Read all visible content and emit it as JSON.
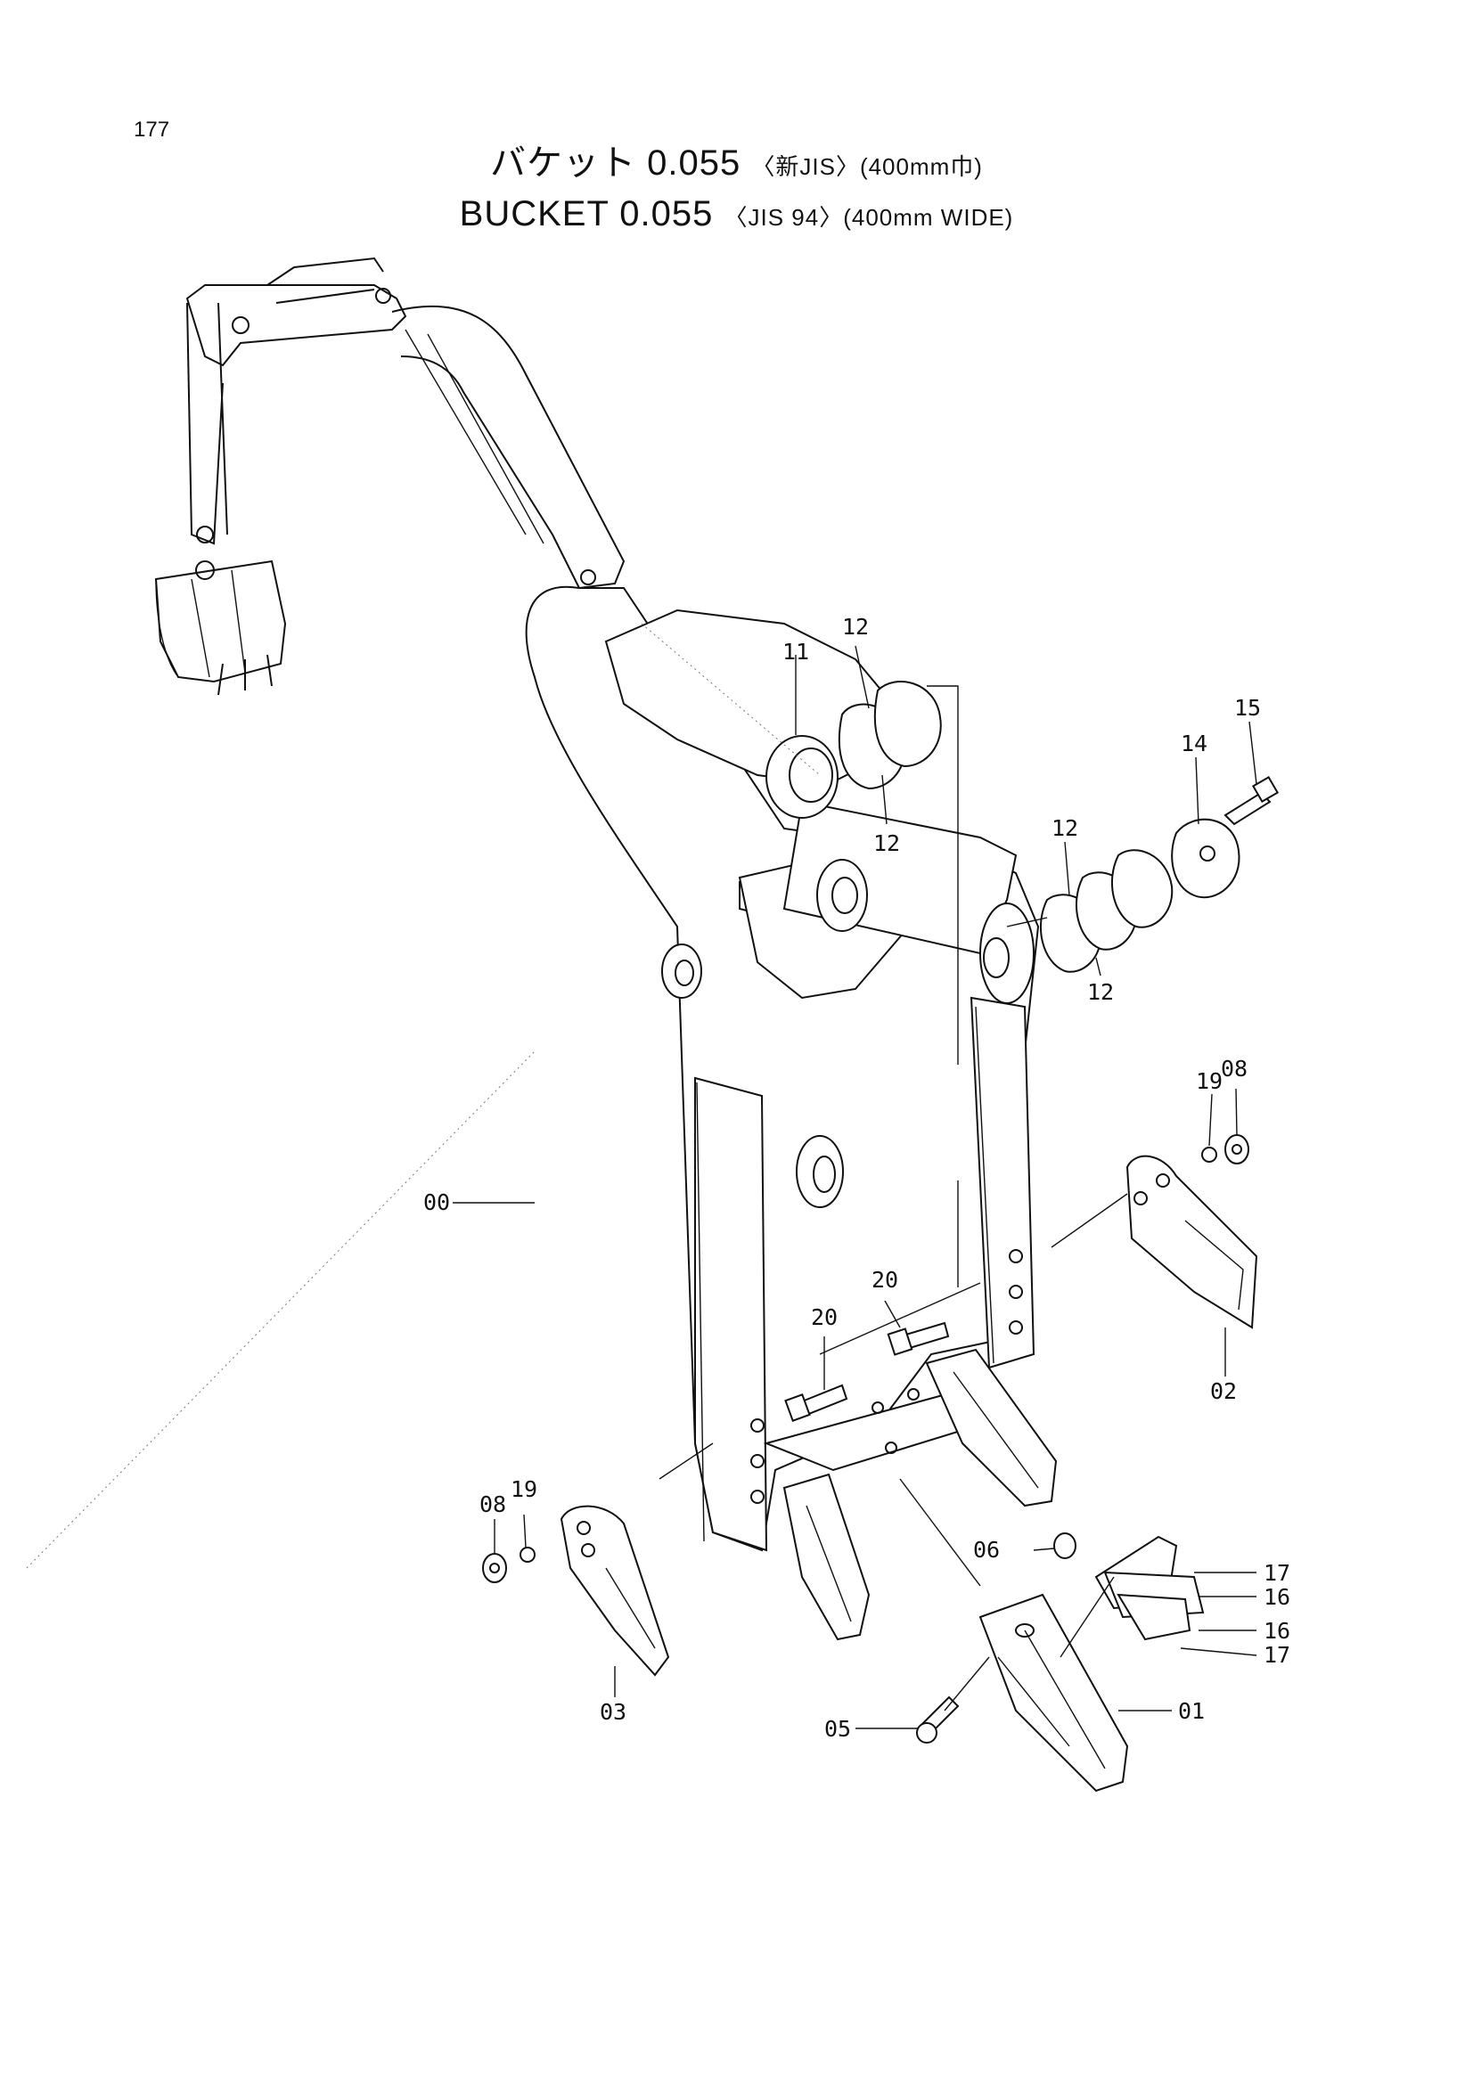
{
  "page_number": "177",
  "title": {
    "jp_main": "バケット 0.055",
    "jp_spec": "〈新JIS〉(400mm巾)",
    "en_main": "BUCKET 0.055",
    "en_spec": "〈JIS 94〉(400mm WIDE)"
  },
  "callouts": [
    {
      "id": "c11",
      "label": "11"
    },
    {
      "id": "c12a",
      "label": "12"
    },
    {
      "id": "c12b",
      "label": "12"
    },
    {
      "id": "c12c",
      "label": "12"
    },
    {
      "id": "c12d",
      "label": "12"
    },
    {
      "id": "c14",
      "label": "14"
    },
    {
      "id": "c15",
      "label": "15"
    },
    {
      "id": "c19a",
      "label": "19"
    },
    {
      "id": "c08a",
      "label": "08"
    },
    {
      "id": "c00",
      "label": "00"
    },
    {
      "id": "c20a",
      "label": "20"
    },
    {
      "id": "c20b",
      "label": "20"
    },
    {
      "id": "c02",
      "label": "02"
    },
    {
      "id": "c08b",
      "label": "08"
    },
    {
      "id": "c19b",
      "label": "19"
    },
    {
      "id": "c06",
      "label": "06"
    },
    {
      "id": "c17a",
      "label": "17"
    },
    {
      "id": "c16a",
      "label": "16"
    },
    {
      "id": "c16b",
      "label": "16"
    },
    {
      "id": "c17b",
      "label": "17"
    },
    {
      "id": "c03",
      "label": "03"
    },
    {
      "id": "c05",
      "label": "05"
    },
    {
      "id": "c01",
      "label": "01"
    }
  ]
}
